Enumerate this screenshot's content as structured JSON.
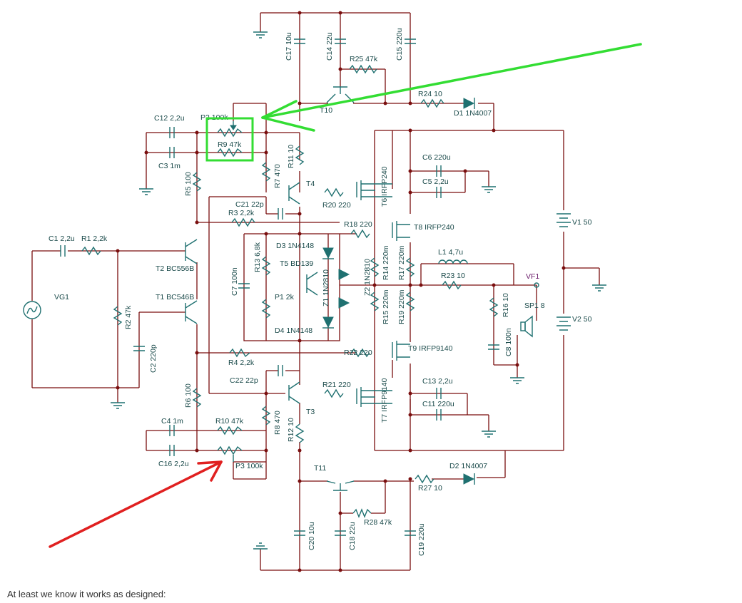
{
  "caption": "At least we know it works as designed:",
  "colors": {
    "wire": "#7a0f0f",
    "component": "#1f7070",
    "label": "#1a4a4a",
    "green_arrow": "#33dd33",
    "red_arrow": "#e02020",
    "highlight_box": "#33dd33"
  },
  "labels": {
    "c17": "C17 10u",
    "c14": "C14 22u",
    "c15": "C15 220u",
    "r25": "R25 47k",
    "t10": "T10",
    "r24": "R24 10",
    "d1": "D1 1N4007",
    "c12": "C12 2,2u",
    "p2": "P2 100k",
    "r9": "R9 47k",
    "c3": "C3 1m",
    "r5": "R5 100",
    "r7": "R7 470",
    "r11": "R11 10",
    "t4": "T4",
    "c21": "C21 22p",
    "r3": "R3 2,2k",
    "r20": "R20 220",
    "t6": "T6 IRFP240",
    "c6": "C6 220u",
    "c5": "C5 2,2u",
    "t8": "T8 IRFP240",
    "r18": "R18 220",
    "c1": "C1 2,2u",
    "r1": "R1 2,2k",
    "t2": "T2 BC556B",
    "r13": "R13 6,8k",
    "d3": "D3 1N4148",
    "t5": "T5 BD139",
    "z1": "Z1 1N2810",
    "z2": "Z2 1N2810",
    "r14": "R14 220m",
    "r17": "R17 220m",
    "l1": "L1 4,7u",
    "v1": "V1 50",
    "vg1": "VG1",
    "c7": "C7 100n",
    "r23": "R23 10",
    "vf1": "VF1",
    "t1": "T1 BC546B",
    "r2": "R2 47k",
    "p1": "P1 2k",
    "r15": "R15 220m",
    "r19": "R19 220m",
    "r16": "R16 10",
    "sp1": "SP1 8",
    "d4": "D4 1N4148",
    "v2": "V2 50",
    "c2": "C2 220p",
    "r22": "R22 220",
    "t9": "T9 IRFP9140",
    "c8": "C8 100n",
    "r4": "R4 2,2k",
    "c22": "C22 22p",
    "r21": "R21 220",
    "r6": "R6 100",
    "c13": "C13 2,2u",
    "t7": "T7 IRFP9140",
    "c11": "C11 220u",
    "t3": "T3",
    "r8": "R8 470",
    "r12": "R12 10",
    "c4": "C4 1m",
    "r10": "R10 47k",
    "c16": "C16 2,2u",
    "p3": "P3 100k",
    "t11": "T11",
    "d2": "D2 1N4007",
    "r27": "R27 10",
    "r28": "R28 47k",
    "c20": "C20 10u",
    "c18": "C18 22u",
    "c19": "C19 220u"
  }
}
